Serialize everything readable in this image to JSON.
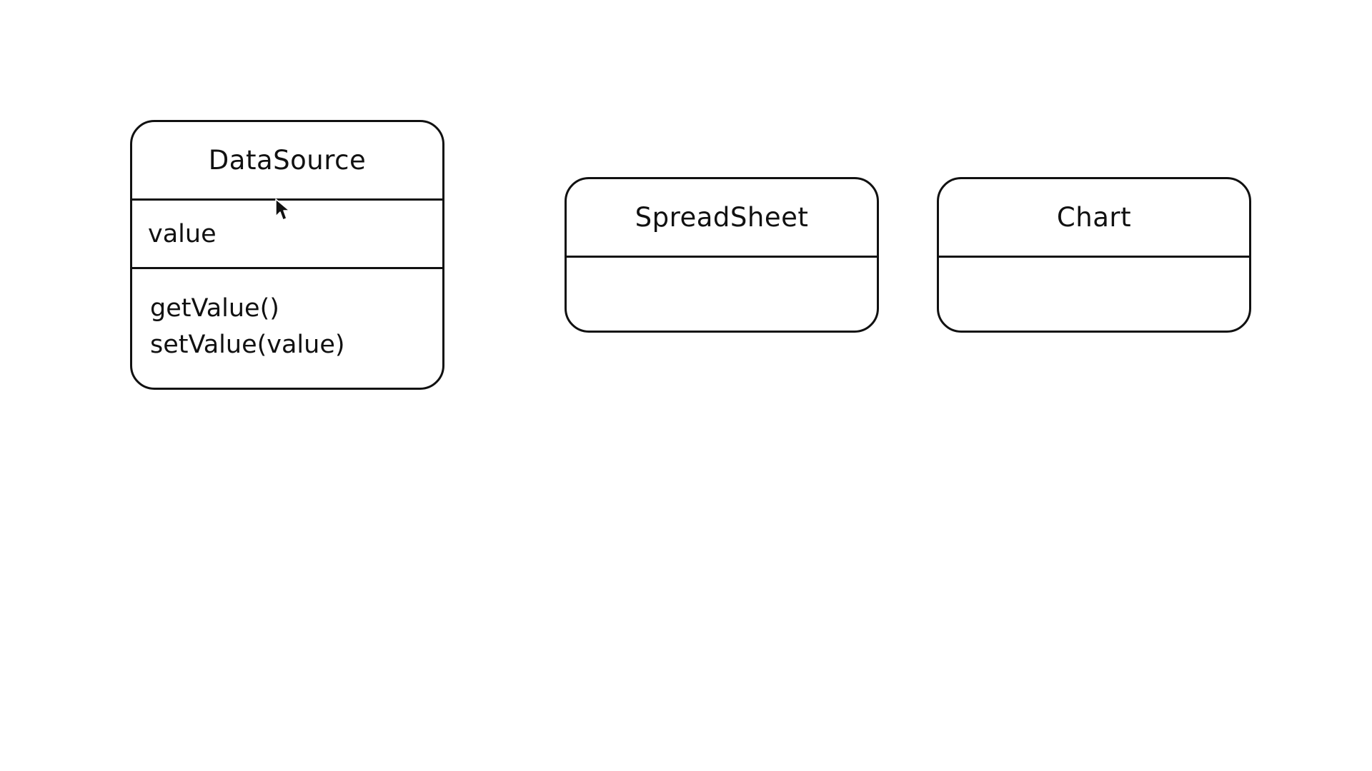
{
  "classes": [
    {
      "name": "DataSource",
      "attributes": [
        "value"
      ],
      "methods": [
        "getValue()",
        "setValue(value)"
      ]
    },
    {
      "name": "SpreadSheet",
      "attributes": [],
      "methods": []
    },
    {
      "name": "Chart",
      "attributes": [],
      "methods": []
    }
  ],
  "cursor": {
    "icon": "mouse-pointer-icon"
  }
}
